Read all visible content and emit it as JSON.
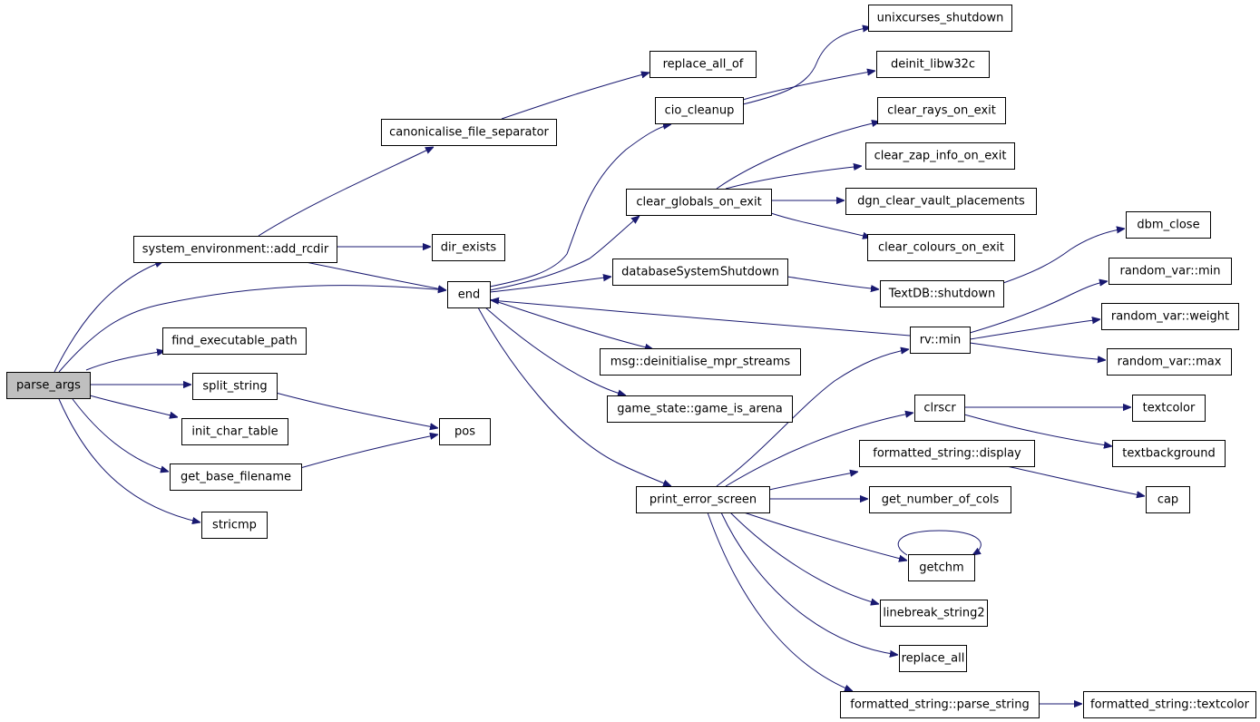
{
  "colors": {
    "edge": "#191970",
    "node_fill": "#ffffff",
    "root_fill": "#bfbfbf",
    "node_border": "#000000"
  },
  "nodes": [
    {
      "id": "parse_args",
      "label": "parse_args",
      "root": true
    },
    {
      "id": "add_rcdir",
      "label": "system_environment::add_rcdir"
    },
    {
      "id": "find_exec",
      "label": "find_executable_path"
    },
    {
      "id": "split_string",
      "label": "split_string"
    },
    {
      "id": "init_char_table",
      "label": "init_char_table"
    },
    {
      "id": "get_base_filename",
      "label": "get_base_filename"
    },
    {
      "id": "stricmp",
      "label": "stricmp"
    },
    {
      "id": "canonicalise",
      "label": "canonicalise_file_separator"
    },
    {
      "id": "dir_exists",
      "label": "dir_exists"
    },
    {
      "id": "end",
      "label": "end"
    },
    {
      "id": "pos",
      "label": "pos"
    },
    {
      "id": "replace_all_of",
      "label": "replace_all_of"
    },
    {
      "id": "cio_cleanup",
      "label": "cio_cleanup"
    },
    {
      "id": "clear_globals",
      "label": "clear_globals_on_exit"
    },
    {
      "id": "dbshutdown",
      "label": "databaseSystemShutdown"
    },
    {
      "id": "msg_deinit",
      "label": "msg::deinitialise_mpr_streams"
    },
    {
      "id": "game_is_arena",
      "label": "game_state::game_is_arena"
    },
    {
      "id": "print_error",
      "label": "print_error_screen"
    },
    {
      "id": "unixcurses",
      "label": "unixcurses_shutdown"
    },
    {
      "id": "deinit_libw32c",
      "label": "deinit_libw32c"
    },
    {
      "id": "clear_rays",
      "label": "clear_rays_on_exit"
    },
    {
      "id": "clear_zap",
      "label": "clear_zap_info_on_exit"
    },
    {
      "id": "dgn_clear",
      "label": "dgn_clear_vault_placements"
    },
    {
      "id": "clear_colours",
      "label": "clear_colours_on_exit"
    },
    {
      "id": "textdb_shutdown",
      "label": "TextDB::shutdown"
    },
    {
      "id": "dbm_close",
      "label": "dbm_close"
    },
    {
      "id": "rv_min",
      "label": "rv::min"
    },
    {
      "id": "rvar_min",
      "label": "random_var::min"
    },
    {
      "id": "rvar_weight",
      "label": "random_var::weight"
    },
    {
      "id": "rvar_max",
      "label": "random_var::max"
    },
    {
      "id": "clrscr",
      "label": "clrscr"
    },
    {
      "id": "textcolor",
      "label": "textcolor"
    },
    {
      "id": "textbackground",
      "label": "textbackground"
    },
    {
      "id": "fs_display",
      "label": "formatted_string::display"
    },
    {
      "id": "cap",
      "label": "cap"
    },
    {
      "id": "get_cols",
      "label": "get_number_of_cols"
    },
    {
      "id": "getchm",
      "label": "getchm"
    },
    {
      "id": "linebreak",
      "label": "linebreak_string2"
    },
    {
      "id": "replace_all",
      "label": "replace_all"
    },
    {
      "id": "fs_parse",
      "label": "formatted_string::parse_string"
    },
    {
      "id": "fs_textcolor",
      "label": "formatted_string::textcolor"
    }
  ],
  "edges": [
    [
      "parse_args",
      "add_rcdir"
    ],
    [
      "parse_args",
      "find_exec"
    ],
    [
      "parse_args",
      "split_string"
    ],
    [
      "parse_args",
      "init_char_table"
    ],
    [
      "parse_args",
      "get_base_filename"
    ],
    [
      "parse_args",
      "stricmp"
    ],
    [
      "parse_args",
      "end"
    ],
    [
      "add_rcdir",
      "canonicalise"
    ],
    [
      "add_rcdir",
      "dir_exists"
    ],
    [
      "add_rcdir",
      "end"
    ],
    [
      "canonicalise",
      "replace_all_of"
    ],
    [
      "split_string",
      "pos"
    ],
    [
      "get_base_filename",
      "pos"
    ],
    [
      "end",
      "cio_cleanup"
    ],
    [
      "end",
      "clear_globals"
    ],
    [
      "end",
      "dbshutdown"
    ],
    [
      "end",
      "msg_deinit"
    ],
    [
      "end",
      "game_is_arena"
    ],
    [
      "end",
      "print_error"
    ],
    [
      "cio_cleanup",
      "unixcurses"
    ],
    [
      "cio_cleanup",
      "deinit_libw32c"
    ],
    [
      "clear_globals",
      "clear_rays"
    ],
    [
      "clear_globals",
      "clear_zap"
    ],
    [
      "clear_globals",
      "dgn_clear"
    ],
    [
      "clear_globals",
      "clear_colours"
    ],
    [
      "dbshutdown",
      "textdb_shutdown"
    ],
    [
      "textdb_shutdown",
      "dbm_close"
    ],
    [
      "rv_min",
      "end"
    ],
    [
      "rv_min",
      "rvar_min"
    ],
    [
      "rv_min",
      "rvar_weight"
    ],
    [
      "rv_min",
      "rvar_max"
    ],
    [
      "print_error",
      "rv_min"
    ],
    [
      "print_error",
      "clrscr"
    ],
    [
      "print_error",
      "fs_display"
    ],
    [
      "print_error",
      "get_cols"
    ],
    [
      "print_error",
      "getchm"
    ],
    [
      "print_error",
      "linebreak"
    ],
    [
      "print_error",
      "replace_all"
    ],
    [
      "print_error",
      "fs_parse"
    ],
    [
      "clrscr",
      "textcolor"
    ],
    [
      "clrscr",
      "textbackground"
    ],
    [
      "fs_display",
      "cap"
    ],
    [
      "getchm",
      "getchm"
    ],
    [
      "fs_parse",
      "fs_textcolor"
    ]
  ]
}
